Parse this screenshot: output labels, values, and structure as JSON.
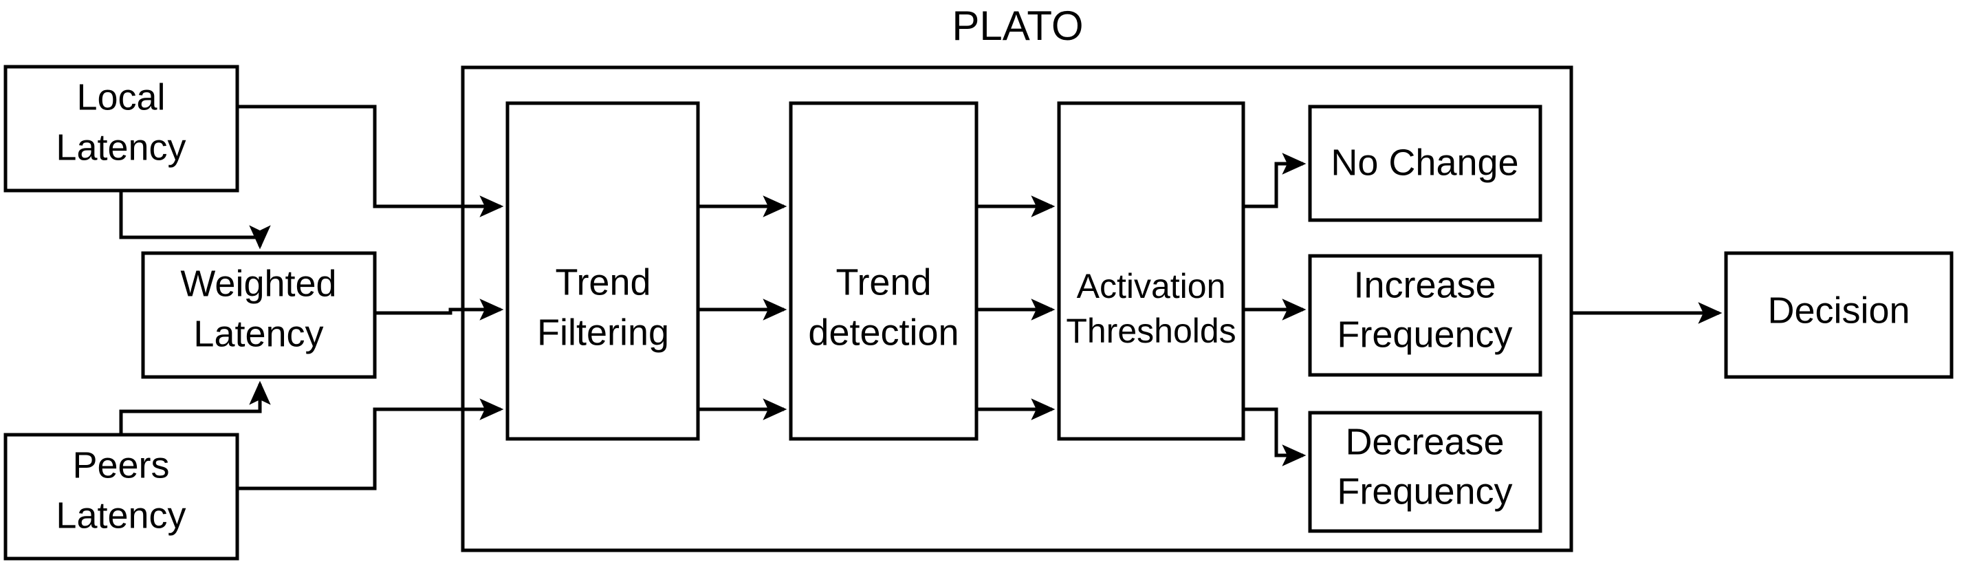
{
  "diagram": {
    "title": "PLATO",
    "accent_color": "#000000",
    "background_color": "#ffffff",
    "group": {
      "name": "PLATO",
      "label": "PLATO"
    },
    "inputs": [
      {
        "id": "local-latency",
        "line1": "Local",
        "line2": "Latency"
      },
      {
        "id": "weighted-latency",
        "line1": "Weighted",
        "line2": "Latency"
      },
      {
        "id": "peers-latency",
        "line1": "Peers",
        "line2": "Latency"
      }
    ],
    "stages": [
      {
        "id": "trend-filtering",
        "line1": "Trend",
        "line2": "Filtering"
      },
      {
        "id": "trend-detection",
        "line1": "Trend",
        "line2": "detection"
      },
      {
        "id": "activation-thresholds",
        "line1": "Activation",
        "line2": "Thresholds"
      }
    ],
    "outcomes": [
      {
        "id": "no-change",
        "line1": "No Change",
        "line2": ""
      },
      {
        "id": "increase-frequency",
        "line1": "Increase",
        "line2": "Frequency"
      },
      {
        "id": "decrease-frequency",
        "line1": "Decrease",
        "line2": "Frequency"
      }
    ],
    "result": {
      "id": "decision",
      "line1": "Decision",
      "line2": ""
    }
  }
}
